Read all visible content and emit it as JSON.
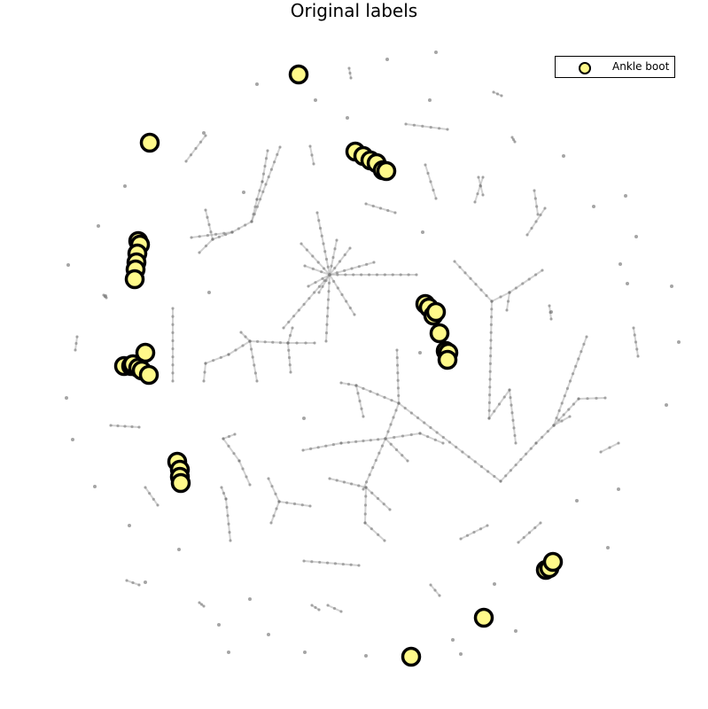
{
  "chart_data": {
    "type": "scatter",
    "title": "Original labels",
    "xlabel": "",
    "ylabel": "",
    "axes_visible": false,
    "legend_placement": "top-right",
    "colors": {
      "highlight_fill": "#fff98a",
      "highlight_edge": "#000000",
      "edge": "#9a9a9a",
      "node": "#7f7f7f"
    },
    "series": [
      {
        "name": "Ankle boot",
        "points": [
          [
            337,
            84
          ],
          [
            169,
            161
          ],
          [
            401,
            171
          ],
          [
            410,
            176
          ],
          [
            418,
            181
          ],
          [
            425,
            184
          ],
          [
            432,
            192
          ],
          [
            436,
            193
          ],
          [
            156,
            272
          ],
          [
            158,
            276
          ],
          [
            155,
            286
          ],
          [
            154,
            296
          ],
          [
            153,
            304
          ],
          [
            152,
            315
          ],
          [
            480,
            343
          ],
          [
            484,
            347
          ],
          [
            489,
            356
          ],
          [
            492,
            352
          ],
          [
            496,
            376
          ],
          [
            503,
            396
          ],
          [
            506,
            398
          ],
          [
            505,
            406
          ],
          [
            164,
            398
          ],
          [
            140,
            413
          ],
          [
            148,
            413
          ],
          [
            150,
            411
          ],
          [
            156,
            415
          ],
          [
            160,
            418
          ],
          [
            168,
            423
          ],
          [
            200,
            521
          ],
          [
            203,
            530
          ],
          [
            203,
            538
          ],
          [
            204,
            545
          ],
          [
            616,
            643
          ],
          [
            620,
            641
          ],
          [
            624,
            634
          ],
          [
            546,
            697
          ],
          [
            464,
            741
          ]
        ]
      }
    ],
    "background_graph": {
      "edges": [
        [
          [
            372,
            310
          ],
          [
            358,
            240
          ]
        ],
        [
          [
            372,
            310
          ],
          [
            340,
            275
          ]
        ],
        [
          [
            372,
            310
          ],
          [
            344,
            300
          ]
        ],
        [
          [
            372,
            310
          ],
          [
            348,
            323
          ]
        ],
        [
          [
            372,
            310
          ],
          [
            380,
            271
          ]
        ],
        [
          [
            372,
            310
          ],
          [
            395,
            280
          ]
        ],
        [
          [
            372,
            310
          ],
          [
            422,
            296
          ]
        ],
        [
          [
            372,
            310
          ],
          [
            470,
            310
          ]
        ],
        [
          [
            372,
            310
          ],
          [
            360,
            330
          ]
        ],
        [
          [
            372,
            310
          ],
          [
            400,
            355
          ]
        ],
        [
          [
            372,
            310
          ],
          [
            368,
            385
          ]
        ],
        [
          [
            372,
            310
          ],
          [
            320,
            370
          ]
        ],
        [
          [
            302,
            170
          ],
          [
            296,
            205
          ]
        ],
        [
          [
            296,
            205
          ],
          [
            290,
            225
          ]
        ],
        [
          [
            290,
            225
          ],
          [
            284,
            250
          ]
        ],
        [
          [
            284,
            250
          ],
          [
            262,
            262
          ]
        ],
        [
          [
            262,
            262
          ],
          [
            240,
            270
          ]
        ],
        [
          [
            240,
            270
          ],
          [
            225,
            285
          ]
        ],
        [
          [
            240,
            270
          ],
          [
            232,
            237
          ]
        ],
        [
          [
            284,
            250
          ],
          [
            316,
            166
          ]
        ],
        [
          [
            262,
            262
          ],
          [
            216,
            268
          ]
        ],
        [
          [
            450,
            455
          ],
          [
            435,
            495
          ]
        ],
        [
          [
            435,
            495
          ],
          [
            410,
            552
          ]
        ],
        [
          [
            435,
            495
          ],
          [
            385,
            500
          ]
        ],
        [
          [
            385,
            500
          ],
          [
            342,
            508
          ]
        ],
        [
          [
            435,
            495
          ],
          [
            474,
            489
          ]
        ],
        [
          [
            474,
            489
          ],
          [
            500,
            500
          ]
        ],
        [
          [
            450,
            455
          ],
          [
            565,
            543
          ]
        ],
        [
          [
            450,
            455
          ],
          [
            448,
            395
          ]
        ],
        [
          [
            450,
            455
          ],
          [
            402,
            435
          ]
        ],
        [
          [
            402,
            435
          ],
          [
            385,
            432
          ]
        ],
        [
          [
            402,
            435
          ],
          [
            410,
            470
          ]
        ],
        [
          [
            435,
            495
          ],
          [
            460,
            520
          ]
        ],
        [
          [
            565,
            543
          ],
          [
            605,
            500
          ]
        ],
        [
          [
            605,
            500
          ],
          [
            625,
            480
          ]
        ],
        [
          [
            625,
            480
          ],
          [
            643,
            470
          ]
        ],
        [
          [
            625,
            480
          ],
          [
            662,
            380
          ]
        ],
        [
          [
            625,
            480
          ],
          [
            653,
            450
          ]
        ],
        [
          [
            653,
            450
          ],
          [
            683,
            449
          ]
        ],
        [
          [
            555,
            340
          ],
          [
            552,
            472
          ]
        ],
        [
          [
            555,
            340
          ],
          [
            513,
            295
          ]
        ],
        [
          [
            555,
            340
          ],
          [
            575,
            330
          ]
        ],
        [
          [
            575,
            330
          ],
          [
            612,
            305
          ]
        ],
        [
          [
            575,
            330
          ],
          [
            572,
            350
          ]
        ],
        [
          [
            552,
            472
          ],
          [
            575,
            440
          ]
        ],
        [
          [
            575,
            440
          ],
          [
            582,
            500
          ]
        ],
        [
          [
            282,
            385
          ],
          [
            325,
            387
          ]
        ],
        [
          [
            282,
            385
          ],
          [
            272,
            375
          ]
        ],
        [
          [
            282,
            385
          ],
          [
            290,
            430
          ]
        ],
        [
          [
            282,
            385
          ],
          [
            258,
            400
          ]
        ],
        [
          [
            258,
            400
          ],
          [
            232,
            410
          ]
        ],
        [
          [
            232,
            410
          ],
          [
            230,
            430
          ]
        ],
        [
          [
            325,
            387
          ],
          [
            355,
            387
          ]
        ],
        [
          [
            325,
            387
          ],
          [
            328,
            420
          ]
        ],
        [
          [
            325,
            387
          ],
          [
            330,
            370
          ]
        ],
        [
          [
            315,
            566
          ],
          [
            306,
            590
          ]
        ],
        [
          [
            315,
            566
          ],
          [
            350,
            571
          ]
        ],
        [
          [
            315,
            566
          ],
          [
            303,
            540
          ]
        ],
        [
          [
            413,
            550
          ],
          [
            412,
            590
          ]
        ],
        [
          [
            412,
            590
          ],
          [
            434,
            610
          ]
        ],
        [
          [
            413,
            550
          ],
          [
            440,
            575
          ]
        ],
        [
          [
            413,
            550
          ],
          [
            372,
            540
          ]
        ],
        [
          [
            252,
            495
          ],
          [
            270,
            520
          ]
        ],
        [
          [
            270,
            520
          ],
          [
            282,
            547
          ]
        ],
        [
          [
            252,
            495
          ],
          [
            265,
            490
          ]
        ],
        [
          [
            255,
            563
          ],
          [
            260,
            610
          ]
        ],
        [
          [
            255,
            563
          ],
          [
            250,
            550
          ]
        ],
        [
          [
            343,
            633
          ],
          [
            405,
            638
          ]
        ],
        [
          [
            385,
            690
          ],
          [
            370,
            683
          ]
        ],
        [
          [
            360,
            688
          ],
          [
            352,
            683
          ]
        ],
        [
          [
            520,
            608
          ],
          [
            550,
            593
          ]
        ],
        [
          [
            585,
            612
          ],
          [
            610,
            590
          ]
        ],
        [
          [
            698,
            500
          ],
          [
            678,
            510
          ]
        ],
        [
          [
            458,
            140
          ],
          [
            505,
            146
          ]
        ],
        [
          [
            480,
            186
          ],
          [
            492,
            224
          ]
        ],
        [
          [
            540,
            200
          ],
          [
            545,
            220
          ]
        ],
        [
          [
            536,
            228
          ],
          [
            545,
            200
          ]
        ],
        [
          [
            603,
            215
          ],
          [
            607,
            242
          ]
        ],
        [
          [
            595,
            265
          ],
          [
            615,
            235
          ]
        ],
        [
          [
            413,
            230
          ],
          [
            446,
            240
          ]
        ],
        [
          [
            210,
            182
          ],
          [
            232,
            153
          ]
        ],
        [
          [
            350,
            165
          ],
          [
            354,
            185
          ]
        ],
        [
          [
            394,
            77
          ],
          [
            396,
            88
          ]
        ],
        [
          [
            715,
            370
          ],
          [
            720,
            402
          ]
        ],
        [
          [
            620,
            345
          ],
          [
            622,
            360
          ]
        ],
        [
          [
            125,
            480
          ],
          [
            157,
            482
          ]
        ],
        [
          [
            164,
            550
          ],
          [
            178,
            570
          ]
        ],
        [
          [
            143,
            655
          ],
          [
            157,
            660
          ]
        ],
        [
          [
            225,
            680
          ],
          [
            230,
            684
          ]
        ],
        [
          [
            195,
            348
          ],
          [
            195,
            430
          ]
        ],
        [
          [
            87,
            380
          ],
          [
            85,
            395
          ]
        ],
        [
          [
            117,
            333
          ],
          [
            120,
            336
          ]
        ],
        [
          [
            486,
            660
          ],
          [
            496,
            672
          ]
        ],
        [
          [
            557,
            104
          ],
          [
            566,
            108
          ]
        ],
        [
          [
            578,
            155
          ],
          [
            581,
            160
          ]
        ]
      ],
      "isolated_nodes": [
        [
          437,
          67
        ],
        [
          492,
          59
        ],
        [
          290,
          95
        ],
        [
          356,
          113
        ],
        [
          485,
          113
        ],
        [
          392,
          133
        ],
        [
          141,
          210
        ],
        [
          636,
          176
        ],
        [
          706,
          221
        ],
        [
          670,
          233
        ],
        [
          718,
          267
        ],
        [
          111,
          255
        ],
        [
          77,
          299
        ],
        [
          236,
          330
        ],
        [
          119,
          334
        ],
        [
          708,
          320
        ],
        [
          758,
          323
        ],
        [
          766,
          386
        ],
        [
          75,
          449
        ],
        [
          752,
          457
        ],
        [
          82,
          496
        ],
        [
          107,
          549
        ],
        [
          146,
          593
        ],
        [
          698,
          552
        ],
        [
          651,
          565
        ],
        [
          686,
          618
        ],
        [
          202,
          620
        ],
        [
          164,
          657
        ],
        [
          558,
          659
        ],
        [
          282,
          676
        ],
        [
          247,
          705
        ],
        [
          582,
          712
        ],
        [
          511,
          722
        ],
        [
          303,
          716
        ],
        [
          258,
          736
        ],
        [
          344,
          736
        ],
        [
          413,
          740
        ],
        [
          520,
          738
        ],
        [
          343,
          472
        ],
        [
          474,
          398
        ],
        [
          477,
          262
        ],
        [
          275,
          217
        ],
        [
          700,
          298
        ],
        [
          622,
          352
        ],
        [
          230,
          150
        ]
      ]
    }
  }
}
